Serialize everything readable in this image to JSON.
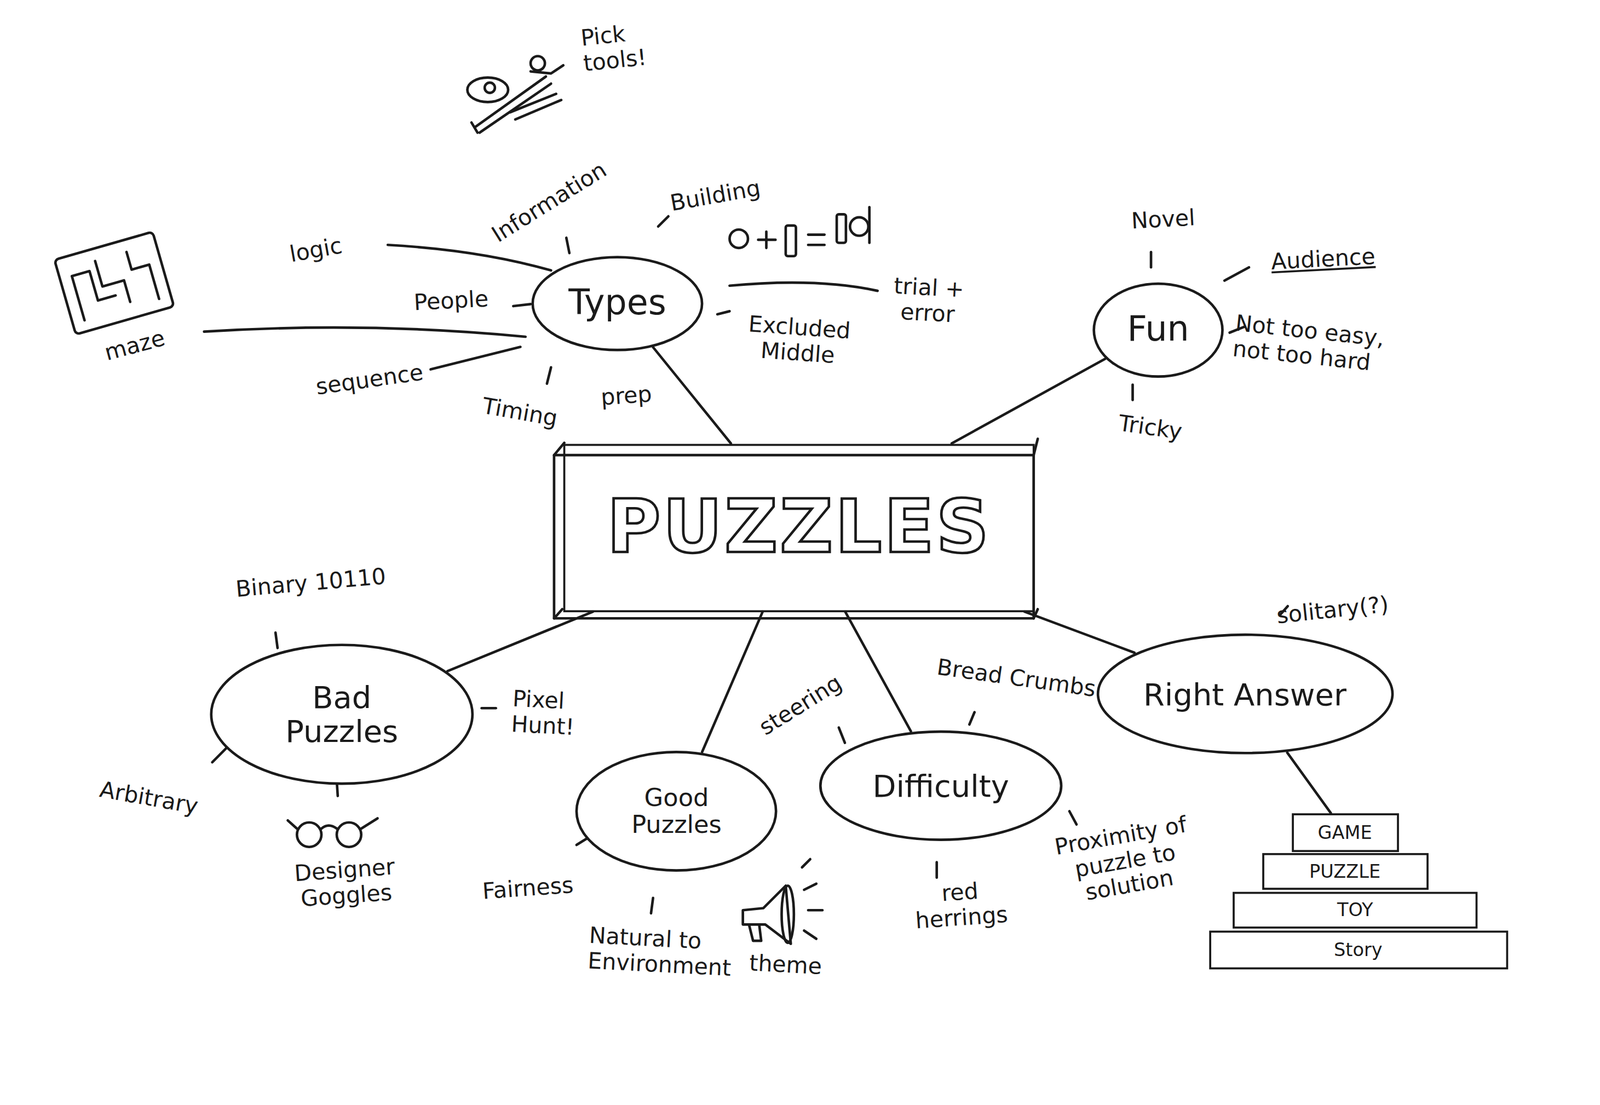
{
  "diagram": {
    "nodes": [
      {
        "text": [
          "PUZZLES"
        ]
      },
      {
        "text": [
          "Types"
        ]
      },
      {
        "text": [
          "Fun"
        ]
      },
      {
        "text": [
          "Bad Puzzles"
        ]
      },
      {
        "text": [
          "Good Puzzles"
        ]
      },
      {
        "text": [
          "Difficulty"
        ]
      },
      {
        "text": [
          "Right Answer"
        ]
      },
      {
        "text": [
          "GAME"
        ]
      },
      {
        "text": [
          "PUZZLE"
        ]
      },
      {
        "text": [
          "TOY"
        ]
      },
      {
        "text": [
          "Story"
        ]
      }
    ],
    "edges": [
      {
        "from": 0,
        "to": 1,
        "arrow": "none"
      },
      {
        "from": 0,
        "to": 2,
        "arrow": "none"
      },
      {
        "from": 0,
        "to": 3,
        "arrow": "none"
      },
      {
        "from": 0,
        "to": 4,
        "arrow": "none"
      },
      {
        "from": 0,
        "to": 5,
        "arrow": "none"
      },
      {
        "from": 0,
        "to": 6,
        "arrow": "none"
      },
      {
        "from": 6,
        "to": 7,
        "arrow": "none"
      }
    ],
    "labels": [
      "Pick tools!",
      "Information",
      "Building",
      "logic",
      "People",
      "maze",
      "sequence",
      "Timing",
      "prep",
      "Excluded Middle",
      "trial + error",
      "Novel",
      "Audience",
      "Not too easy, not too hard",
      "Tricky",
      "Binary 10110",
      "Pixel Hunt!",
      "Arbitrary",
      "Designer Goggles",
      "Fairness",
      "Natural to Environment",
      "theme",
      "steering",
      "Bread Crumbs",
      "red herrings",
      "Proximity of puzzle to solution",
      "solitary(?)"
    ]
  }
}
